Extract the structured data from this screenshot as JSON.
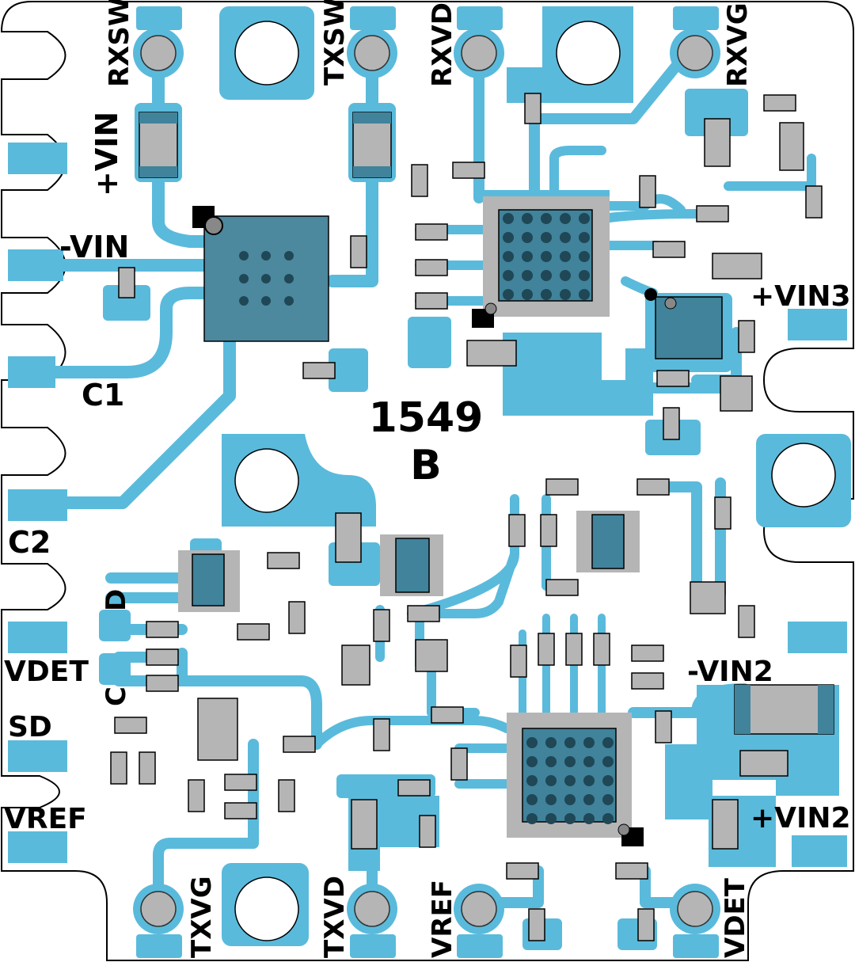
{
  "board": {
    "part_number": "1549",
    "revision": "B",
    "colors": {
      "copper": "#5abadb",
      "pad_dark": "#40839b",
      "component": "#b5b5b5",
      "via": "#1f4756"
    }
  },
  "labels": {
    "top": [
      "RXSW",
      "TXSW",
      "RXVD",
      "RXVG"
    ],
    "left": [
      "+VIN",
      "-VIN",
      "C1",
      "C2",
      "VDET",
      "SD",
      "VREF"
    ],
    "left_connector": [
      "D",
      "C"
    ],
    "right": [
      "+VIN3",
      "-VIN2",
      "+VIN2"
    ],
    "bottom": [
      "TXVG",
      "TXVD",
      "VREF",
      "VDET"
    ]
  }
}
